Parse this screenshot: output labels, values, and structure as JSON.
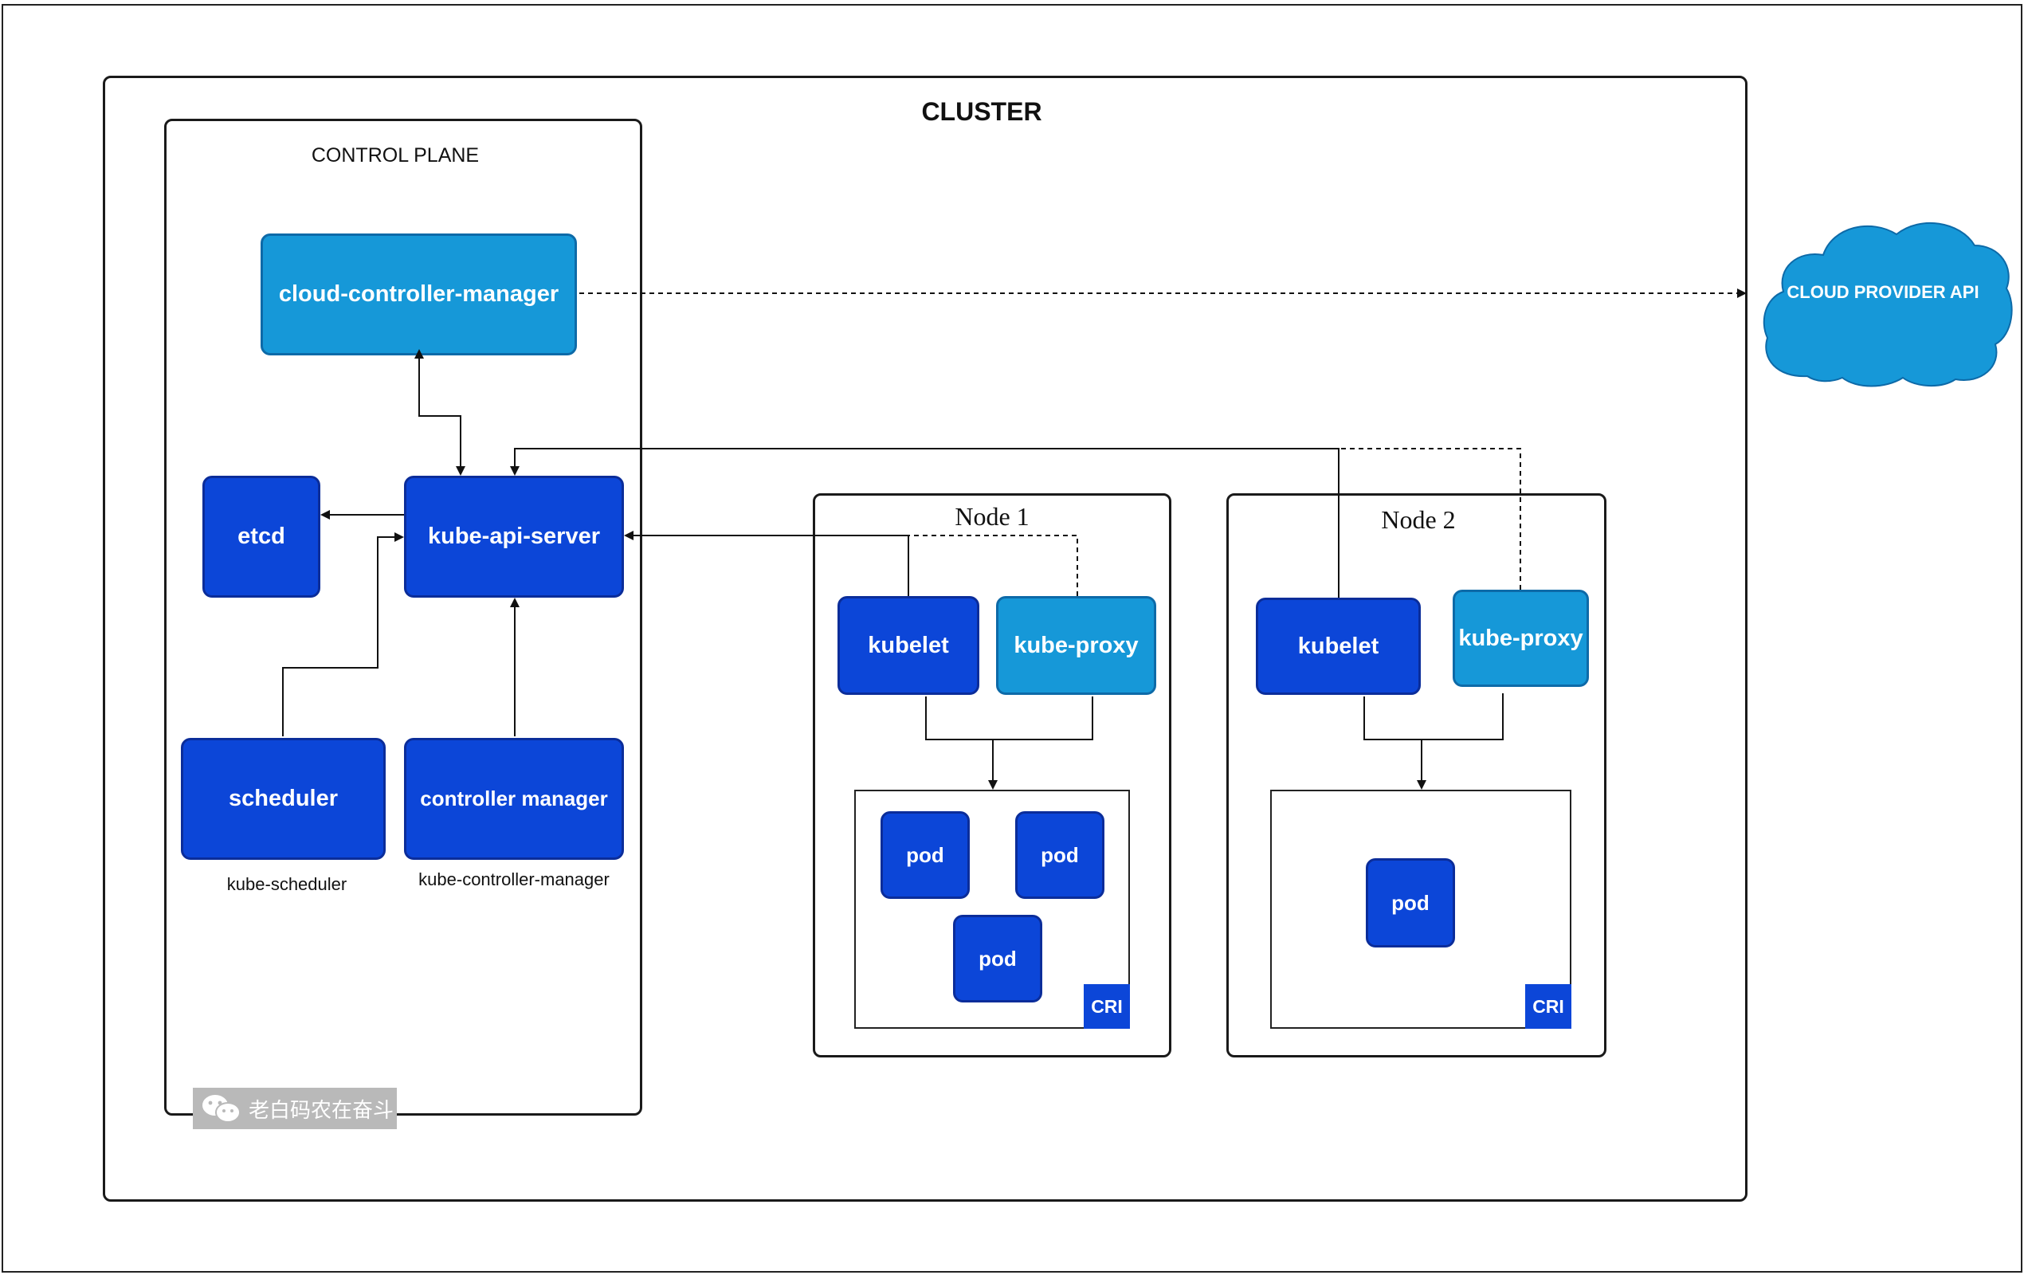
{
  "cluster": {
    "title": "CLUSTER"
  },
  "control_plane": {
    "title": "CONTROL PLANE",
    "cloud_controller_manager": "cloud-controller-manager",
    "etcd": "etcd",
    "kube_api_server": "kube-api-server",
    "scheduler": "scheduler",
    "scheduler_caption": "kube-scheduler",
    "controller_manager": "controller manager",
    "controller_manager_caption": "kube-controller-manager"
  },
  "cloud_provider": {
    "label": "CLOUD PROVIDER API",
    "icon": "cloud-icon"
  },
  "nodes": [
    {
      "title": "Node 1",
      "kubelet": "kubelet",
      "kube_proxy": "kube-proxy",
      "pods": [
        "pod",
        "pod",
        "pod"
      ],
      "cri": "CRI"
    },
    {
      "title": "Node 2",
      "kubelet": "kubelet",
      "kube_proxy": "kube-proxy",
      "pods": [
        "pod"
      ],
      "cri": "CRI"
    }
  ],
  "watermark": {
    "text": "老白码农在奋斗",
    "icon": "wechat-icon"
  },
  "colors": {
    "component_dark": "#0c46d8",
    "component_light": "#1698d8",
    "cloud": "#1698d8"
  }
}
